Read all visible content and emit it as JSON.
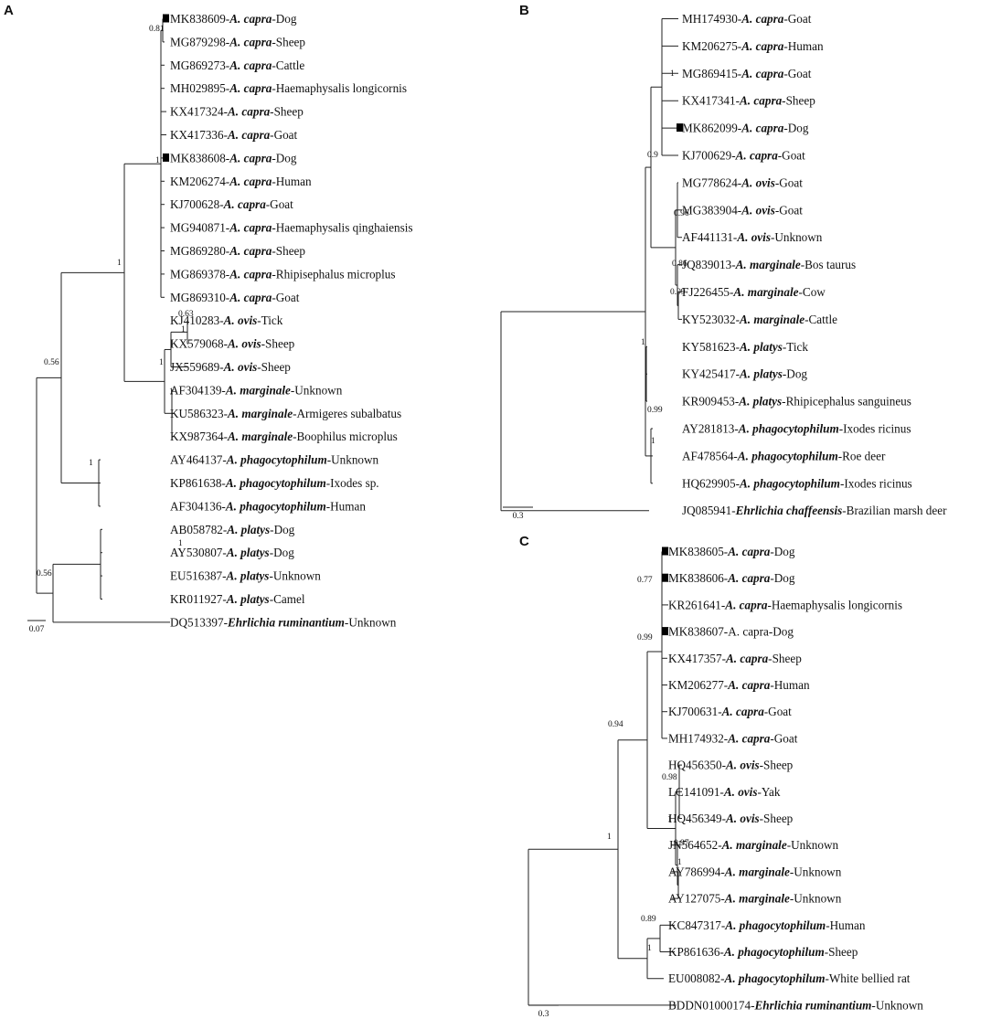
{
  "panels": [
    {
      "id": "A",
      "letter": "A",
      "scale_label": "0.07",
      "leaves": [
        {
          "acc": "MK838609-",
          "genus": "A.",
          "species": "capra",
          "host": "-Dog",
          "marked": true
        },
        {
          "acc": "MG879298-",
          "genus": "A.",
          "species": "capra",
          "host": "-Sheep",
          "marked": false
        },
        {
          "acc": "MG869273-",
          "genus": "A.",
          "species": "capra",
          "host": "-Cattle",
          "marked": false
        },
        {
          "acc": "MH029895-",
          "genus": "A.",
          "species": "capra",
          "host": "-Haemaphysalis longicornis",
          "marked": false
        },
        {
          "acc": "KX417324-",
          "genus": "A.",
          "species": "capra",
          "host": "-Sheep",
          "marked": false
        },
        {
          "acc": "KX417336-",
          "genus": "A.",
          "species": "capra",
          "host": "-Goat",
          "marked": false
        },
        {
          "acc": "MK838608-",
          "genus": "A.",
          "species": "capra",
          "host": "-Dog",
          "marked": true
        },
        {
          "acc": "KM206274-",
          "genus": "A.",
          "species": "capra",
          "host": "-Human",
          "marked": false
        },
        {
          "acc": "KJ700628-",
          "genus": "A.",
          "species": "capra",
          "host": "-Goat",
          "marked": false
        },
        {
          "acc": "MG940871-",
          "genus": "A.",
          "species": "capra",
          "host": "-Haemaphysalis qinghaiensis",
          "marked": false
        },
        {
          "acc": "MG869280-",
          "genus": "A.",
          "species": "capra",
          "host": "-Sheep",
          "marked": false
        },
        {
          "acc": "MG869378-",
          "genus": "A.",
          "species": "capra",
          "host": "-Rhipisephalus microplus",
          "marked": false
        },
        {
          "acc": "MG869310-",
          "genus": "A.",
          "species": "capra",
          "host": "-Goat",
          "marked": false
        },
        {
          "acc": "KJ410283-",
          "genus": "A.",
          "species": "ovis",
          "host": "-Tick",
          "marked": false
        },
        {
          "acc": "KX579068-",
          "genus": "A.",
          "species": "ovis",
          "host": "-Sheep",
          "marked": false
        },
        {
          "acc": "JX559689-",
          "genus": "A.",
          "species": "ovis",
          "host": "-Sheep",
          "marked": false
        },
        {
          "acc": "AF304139-",
          "genus": "A.",
          "species": "marginale",
          "host": "-Unknown",
          "marked": false
        },
        {
          "acc": "KU586323-",
          "genus": "A.",
          "species": "marginale",
          "host": "-Armigeres subalbatus",
          "marked": false
        },
        {
          "acc": "KX987364-",
          "genus": "A.",
          "species": "marginale",
          "host": "-Boophilus microplus",
          "marked": false
        },
        {
          "acc": "AY464137-",
          "genus": "A.",
          "species": "phagocytophilum",
          "host": "-Unknown",
          "marked": false
        },
        {
          "acc": "KP861638-",
          "genus": "A.",
          "species": "phagocytophilum",
          "host": "-Ixodes sp.",
          "marked": false
        },
        {
          "acc": "AF304136-",
          "genus": "A.",
          "species": "phagocytophilum",
          "host": "-Human",
          "marked": false
        },
        {
          "acc": "AB058782-",
          "genus": "A.",
          "species": "platys",
          "host": "-Dog",
          "marked": false
        },
        {
          "acc": "AY530807-",
          "genus": "A.",
          "species": "platys",
          "host": "-Dog",
          "marked": false
        },
        {
          "acc": "EU516387-",
          "genus": "A.",
          "species": "platys",
          "host": "-Unknown",
          "marked": false
        },
        {
          "acc": "KR011927-",
          "genus": "A.",
          "species": "platys",
          "host": "-Camel",
          "marked": false
        },
        {
          "acc": "DQ513397-",
          "genus": "Ehrlichia",
          "species": "ruminantium",
          "host": "-Unknown",
          "marked": false
        }
      ],
      "support": [
        "0.81",
        "1",
        "1",
        "0.63",
        "1",
        "1",
        "1",
        "0.56",
        "1",
        "1",
        "0.56"
      ]
    },
    {
      "id": "B",
      "letter": "B",
      "scale_label": "0.3",
      "leaves": [
        {
          "acc": "MH174930-",
          "genus": "A.",
          "species": "capra",
          "host": "-Goat",
          "marked": false
        },
        {
          "acc": "KM206275-",
          "genus": "A.",
          "species": "capra",
          "host": "-Human",
          "marked": false
        },
        {
          "acc": "MG869415-",
          "genus": "A.",
          "species": "capra",
          "host": "-Goat",
          "marked": false
        },
        {
          "acc": "KX417341-",
          "genus": "A.",
          "species": "capra",
          "host": "-Sheep",
          "marked": false
        },
        {
          "acc": "MK862099-",
          "genus": "A.",
          "species": "capra",
          "host": "-Dog",
          "marked": true
        },
        {
          "acc": "KJ700629-",
          "genus": "A.",
          "species": "capra",
          "host": "-Goat",
          "marked": false
        },
        {
          "acc": "MG778624-",
          "genus": "A.",
          "species": "ovis",
          "host": "-Goat",
          "marked": false
        },
        {
          "acc": "MG383904-",
          "genus": "A.",
          "species": "ovis",
          "host": "-Goat",
          "marked": false
        },
        {
          "acc": "AF441131-",
          "genus": "A.",
          "species": "ovis",
          "host": "-Unknown",
          "marked": false
        },
        {
          "acc": "JQ839013-",
          "genus": "A.",
          "species": "marginale",
          "host": "-Bos taurus",
          "marked": false
        },
        {
          "acc": "FJ226455-",
          "genus": "A.",
          "species": "marginale",
          "host": "-Cow",
          "marked": false
        },
        {
          "acc": "KY523032-",
          "genus": "A.",
          "species": "marginale",
          "host": "-Cattle",
          "marked": false
        },
        {
          "acc": "KY581623-",
          "genus": "A.",
          "species": "platys",
          "host": "-Tick",
          "marked": false
        },
        {
          "acc": "KY425417-",
          "genus": "A.",
          "species": "platys",
          "host": "-Dog",
          "marked": false
        },
        {
          "acc": "KR909453-",
          "genus": "A.",
          "species": "platys",
          "host": "-Rhipicephalus sanguineus",
          "marked": false
        },
        {
          "acc": "AY281813-",
          "genus": "A.",
          "species": "phagocytophilum",
          "host": "-Ixodes ricinus",
          "marked": false
        },
        {
          "acc": "AF478564-",
          "genus": "A.",
          "species": "phagocytophilum",
          "host": "-Roe deer",
          "marked": false
        },
        {
          "acc": "HQ629905-",
          "genus": "A.",
          "species": "phagocytophilum",
          "host": "-Ixodes ricinus",
          "marked": false
        },
        {
          "acc": "JQ085941-",
          "genus": "Ehrlichia",
          "species": "chaffeensis",
          "host": "-Brazilian marsh deer",
          "marked": false
        }
      ],
      "support": [
        "1",
        "0.9",
        "0.96",
        "0.86",
        "0.99",
        "1",
        "0.99",
        "1"
      ]
    },
    {
      "id": "C",
      "letter": "C",
      "scale_label": "0.3",
      "leaves": [
        {
          "acc": "MK838605-",
          "genus": "A.",
          "species": "capra",
          "host": "-Dog",
          "marked": true
        },
        {
          "acc": "MK838606-",
          "genus": "A.",
          "species": "capra",
          "host": "-Dog",
          "marked": true
        },
        {
          "acc": "KR261641-",
          "genus": "A.",
          "species": "capra",
          "host": "-Haemaphysalis longicornis",
          "marked": false
        },
        {
          "acc": "MK838607-",
          "genus": "",
          "species": "",
          "host": "A. capra-Dog",
          "marked": true
        },
        {
          "acc": "KX417357-",
          "genus": "A.",
          "species": "capra",
          "host": "-Sheep",
          "marked": false
        },
        {
          "acc": "KM206277-",
          "genus": "A.",
          "species": "capra",
          "host": "-Human",
          "marked": false
        },
        {
          "acc": "KJ700631-",
          "genus": "A.",
          "species": "capra",
          "host": "-Goat",
          "marked": false
        },
        {
          "acc": "MH174932-",
          "genus": "A.",
          "species": "capra",
          "host": "-Goat",
          "marked": false
        },
        {
          "acc": "HQ456350-",
          "genus": "A.",
          "species": "ovis",
          "host": "-Sheep",
          "marked": false
        },
        {
          "acc": "LC141091-",
          "genus": "A.",
          "species": "ovis",
          "host": "-Yak",
          "marked": false
        },
        {
          "acc": "HQ456349-",
          "genus": "A.",
          "species": "ovis",
          "host": "-Sheep",
          "marked": false
        },
        {
          "acc": "JN564652-",
          "genus": "A.",
          "species": "marginale",
          "host": "-Unknown",
          "marked": false
        },
        {
          "acc": "AY786994-",
          "genus": "A.",
          "species": "marginale",
          "host": "-Unknown",
          "marked": false
        },
        {
          "acc": "AY127075-",
          "genus": "A.",
          "species": "marginale",
          "host": "-Unknown",
          "marked": false
        },
        {
          "acc": "KC847317-",
          "genus": "A.",
          "species": "phagocytophilum",
          "host": "-Human",
          "marked": false
        },
        {
          "acc": "KP861636-",
          "genus": "A.",
          "species": "phagocytophilum",
          "host": "-Sheep",
          "marked": false
        },
        {
          "acc": "EU008082-",
          "genus": "A.",
          "species": "phagocytophilum",
          "host": "-White bellied rat",
          "marked": false
        },
        {
          "acc": "BDDN01000174-",
          "genus": "Ehrlichia",
          "species": "ruminantium",
          "host": "-Unknown",
          "marked": false
        }
      ],
      "support": [
        "0.77",
        "0.99",
        "0.94",
        "0.98",
        "0.97",
        "1",
        "1",
        "0.89",
        "1",
        "1"
      ]
    }
  ]
}
